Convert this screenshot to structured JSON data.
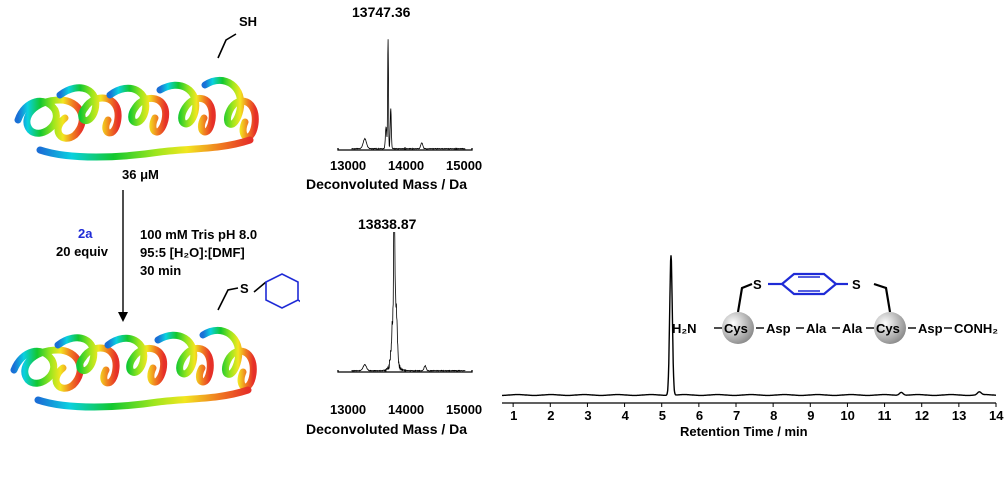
{
  "left": {
    "thiol_label": "SH",
    "concentration": "36 μM",
    "reagent": {
      "name": "2a",
      "amount": "20 equiv"
    },
    "conditions": [
      "100 mM Tris pH 8.0",
      "95:5 [H₂O]:[DMF]",
      "30 min"
    ],
    "product_s_label": "S"
  },
  "spectra": [
    {
      "peak_label": "13747.36",
      "xlabel": "Deconvoluted Mass / Da",
      "ticks": [
        "13000",
        "14000",
        "15000"
      ],
      "xlim": [
        13000,
        15000
      ],
      "peak": 13747.36
    },
    {
      "peak_label": "13838.87",
      "xlabel": "Deconvoluted Mass / Da",
      "ticks": [
        "13000",
        "14000",
        "15000"
      ],
      "xlim": [
        13000,
        15000
      ],
      "peak": 13838.87
    }
  ],
  "peptide": {
    "s_left": "S",
    "s_right": "S",
    "n_term": "H₂N",
    "residues": [
      "Cys",
      "Asp",
      "Ala",
      "Ala",
      "Cys",
      "Asp"
    ],
    "c_term": "CONH₂"
  },
  "chart_data": {
    "type": "line",
    "xlabel": "Retention Time / min",
    "xlim": [
      0.7,
      14
    ],
    "ticks": [
      "1",
      "2",
      "3",
      "4",
      "5",
      "6",
      "7",
      "8",
      "9",
      "10",
      "11",
      "12",
      "13",
      "14"
    ],
    "peak_x": 5.25,
    "minor_peaks": [
      11.45,
      13.55
    ]
  },
  "colors": {
    "accent": "#1f2bd6",
    "green_cl": "#3cc43c",
    "yellow_s": "#e0e060",
    "orange_p": "#e09a4a",
    "blue_n": "#8080e0"
  }
}
